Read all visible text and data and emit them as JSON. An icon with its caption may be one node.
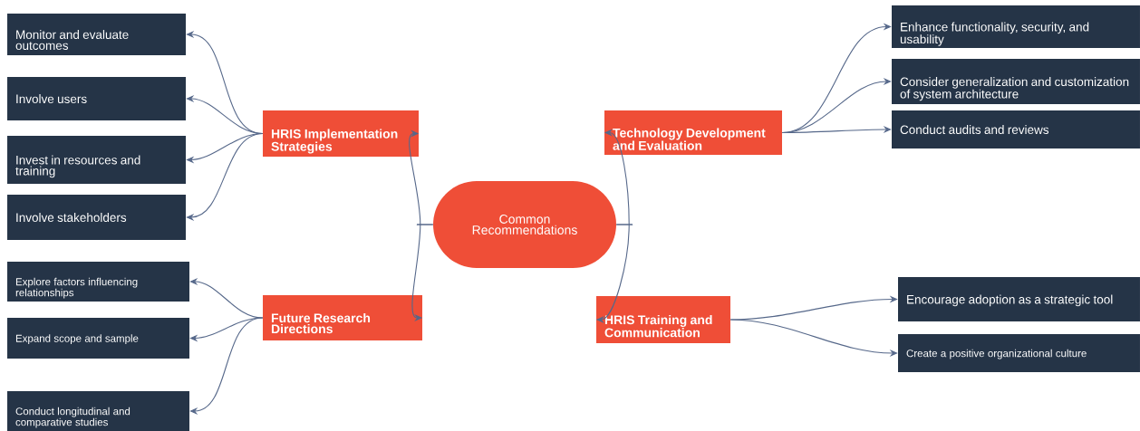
{
  "diagram": {
    "nodes": [
      {
        "text": [
          "Common Recommendations"
        ]
      },
      {
        "text": [
          "HRIS Implementation Strategies"
        ]
      },
      {
        "text": [
          "Future Research Directions"
        ]
      },
      {
        "text": [
          "Technology Development and Evaluation"
        ]
      },
      {
        "text": [
          "HRIS Training and Communication"
        ]
      },
      {
        "text": [
          "Monitor and evaluate outcomes"
        ]
      },
      {
        "text": [
          "Involve users"
        ]
      },
      {
        "text": [
          "Invest in resources and training"
        ]
      },
      {
        "text": [
          "Involve stakeholders"
        ]
      },
      {
        "text": [
          "Explore factors influencing relationships"
        ]
      },
      {
        "text": [
          "Expand scope and sample"
        ]
      },
      {
        "text": [
          "Conduct longitudinal and comparative studies"
        ]
      },
      {
        "text": [
          "Enhance functionality, security, and usability"
        ]
      },
      {
        "text": [
          "Consider generalization and customization of system architecture"
        ]
      },
      {
        "text": [
          "Conduct audits and reviews"
        ]
      },
      {
        "text": [
          "Encourage adoption as a strategic tool"
        ]
      },
      {
        "text": [
          "Create a positive organizational culture"
        ]
      }
    ],
    "edges": [
      {
        "from": 0,
        "to": 1,
        "arrow": "to"
      },
      {
        "from": 0,
        "to": 2,
        "arrow": "to"
      },
      {
        "from": 0,
        "to": 3,
        "arrow": "to"
      },
      {
        "from": 0,
        "to": 4,
        "arrow": "to"
      },
      {
        "from": 1,
        "to": 5,
        "arrow": "to"
      },
      {
        "from": 1,
        "to": 6,
        "arrow": "to"
      },
      {
        "from": 1,
        "to": 7,
        "arrow": "to"
      },
      {
        "from": 1,
        "to": 8,
        "arrow": "to"
      },
      {
        "from": 2,
        "to": 9,
        "arrow": "to"
      },
      {
        "from": 2,
        "to": 10,
        "arrow": "to"
      },
      {
        "from": 2,
        "to": 11,
        "arrow": "to"
      },
      {
        "from": 3,
        "to": 12,
        "arrow": "to"
      },
      {
        "from": 3,
        "to": 13,
        "arrow": "to"
      },
      {
        "from": 3,
        "to": 14,
        "arrow": "to"
      },
      {
        "from": 4,
        "to": 15,
        "arrow": "to"
      },
      {
        "from": 4,
        "to": 16,
        "arrow": "to"
      }
    ]
  }
}
